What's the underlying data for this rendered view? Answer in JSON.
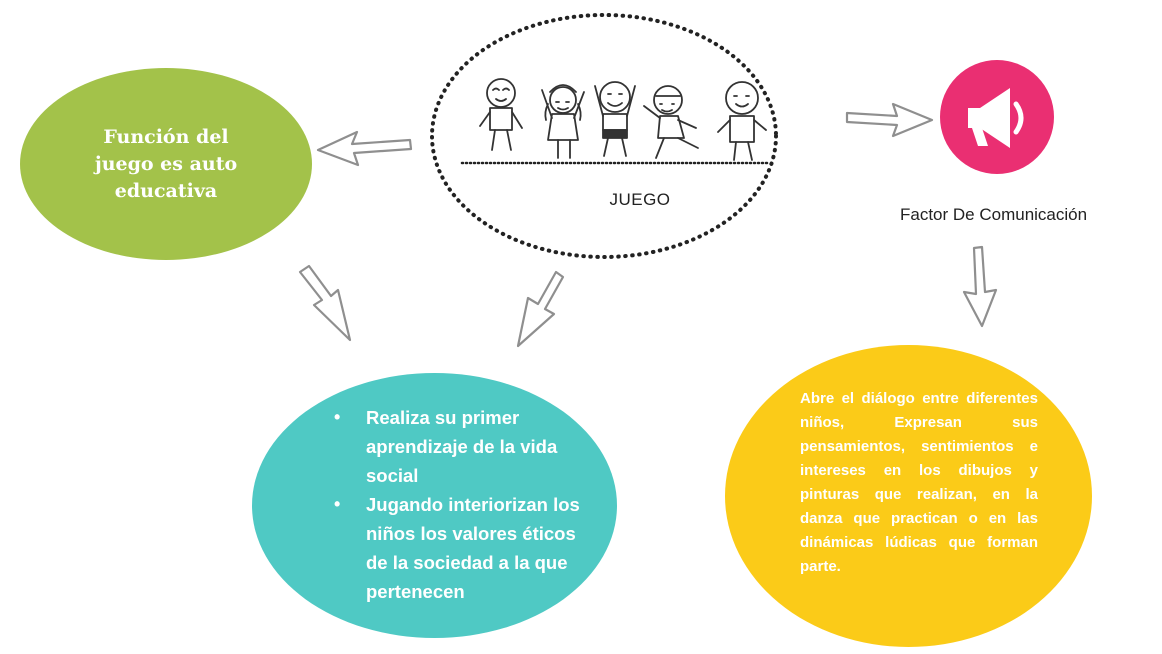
{
  "colors": {
    "green": "#a3c24a",
    "teal": "#4fc9c4",
    "yellow": "#fbcb18",
    "pink": "#ea2f72",
    "arrow": "#8f8f8f"
  },
  "left_node": {
    "text": "Función del juego es auto educativa"
  },
  "center_node": {
    "label": "JUEGO",
    "image_icon": "children-playing-drawing"
  },
  "right_node": {
    "label": "Factor De Comunicación",
    "icon": "megaphone-icon"
  },
  "bottom_left_node": {
    "items": [
      "Realiza su primer aprendizaje de la vida social",
      "Jugando interiorizan los niños los valores éticos de la sociedad a la que pertenecen"
    ]
  },
  "bottom_right_node": {
    "text": "Abre el diálogo entre diferentes niños, Expresan sus pensamientos, sentimientos e intereses en los dibujos y pinturas que realizan, en la danza que practican o en las dinámicas lúdicas que forman parte."
  }
}
